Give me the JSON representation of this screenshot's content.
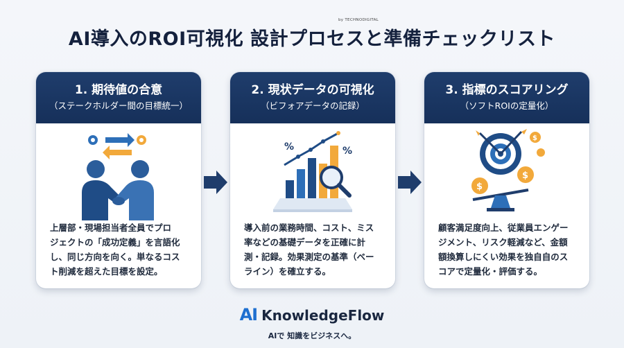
{
  "title": "AI導入のROI可視化 設計プロセスと準備チェックリスト",
  "cards": [
    {
      "title": "1. 期待値の合意",
      "subtitle": "（ステークホルダー間の目標統一）",
      "icon": "handshake-icon",
      "body": [
        "上層部・現場担当者全員でプロ",
        "ジェクトの「成功定義」を言語化",
        "し、同じ方向を向く。単なるコス",
        "ト削減を超えた目標を設定。"
      ]
    },
    {
      "title": "2. 現状データの可視化",
      "subtitle": "（ビフォアデータの記録）",
      "icon": "chart-magnifier-icon",
      "body": [
        "導入前の業務時間、コスト、ミス",
        "率などの基礎データを正確に計",
        "測・記録。効果測定の基準（ベー",
        "ライン）を確立する。"
      ]
    },
    {
      "title": "3. 指標のスコアリング",
      "subtitle": "（ソフトROIの定量化）",
      "icon": "target-scale-icon",
      "body": [
        "顧客満足度向上、従業員エンゲー",
        "ジメント、リスク軽減など、金額",
        "額換算しにくい効果を独自自のス",
        "コアで定量化・評価する。"
      ]
    }
  ],
  "brand": {
    "mark": "AI",
    "name": "KnowledgeFlow",
    "by": "by TECHNODIGITAL",
    "tagline": "AIで 知識をビジネスへ。",
    "accent": "#1e6fd0",
    "navy": "#1f3d6c"
  }
}
